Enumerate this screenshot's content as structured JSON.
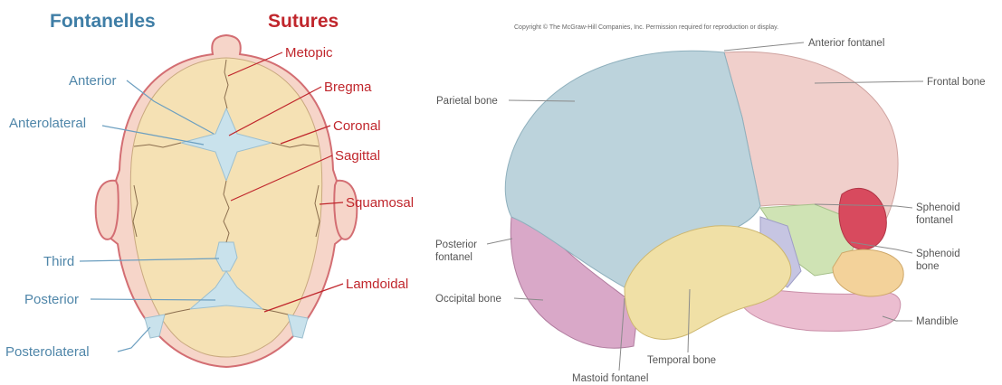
{
  "left_diagram": {
    "fontanelles_title": "Fontanelles",
    "sutures_title": "Sutures",
    "fontanelle_labels": [
      "Anterior",
      "Anterolateral",
      "Third",
      "Posterior",
      "Posterolateral"
    ],
    "suture_labels": [
      "Metopic",
      "Bregma",
      "Coronal",
      "Sagittal",
      "Squamosal",
      "Lamdoidal"
    ],
    "colors": {
      "fontanelle": "#c9e2ec",
      "bone": "#f5e1b4",
      "skin": "#f6d5c9",
      "outline": "#d36e73"
    }
  },
  "right_diagram": {
    "copyright": "Copyright © The McGraw-Hill Companies, Inc. Permission required for reproduction or display.",
    "labels": {
      "anterior_fontanel": "Anterior fontanel",
      "frontal_bone": "Frontal bone",
      "parietal_bone": "Parietal bone",
      "sphenoid_fontanel_1": "Sphenoid",
      "sphenoid_fontanel_2": "fontanel",
      "posterior_fontanel_1": "Posterior",
      "posterior_fontanel_2": "fontanel",
      "sphenoid_bone_1": "Sphenoid",
      "sphenoid_bone_2": "bone",
      "occipital_bone": "Occipital bone",
      "mandible": "Mandible",
      "temporal_bone": "Temporal bone",
      "mastoid_fontanel": "Mastoid fontanel"
    },
    "colors": {
      "parietal": "#bcd3dc",
      "frontal": "#f0cfcb",
      "temporal": "#f0e0a6",
      "occipital": "#d9a8c8",
      "sphenoid": "#cfe3b4",
      "mandible": "#ebbdd0"
    }
  }
}
